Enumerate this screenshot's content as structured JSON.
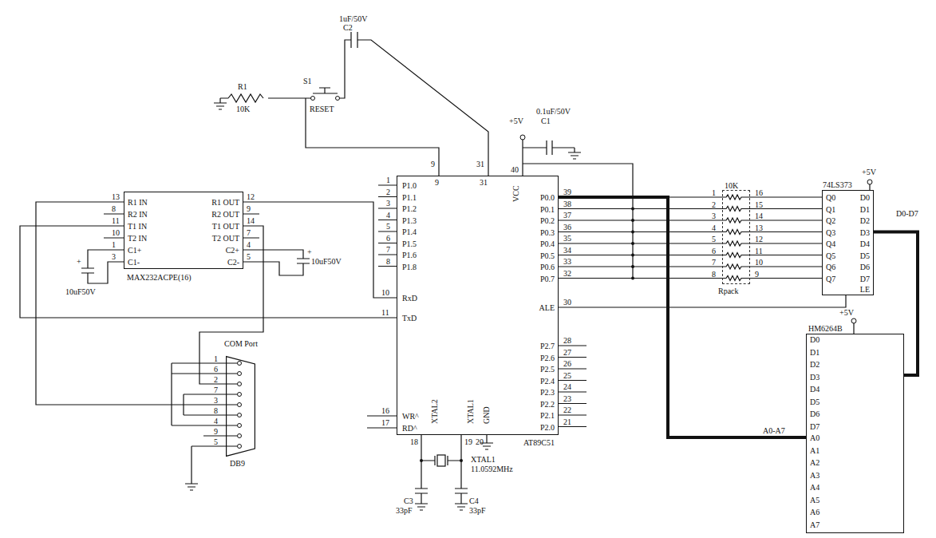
{
  "diagram": {
    "nodes": [
      {
        "text": [
          "R1 IN",
          "R2 IN",
          "T1 IN",
          "T2 IN",
          "C1+",
          "C1-",
          "R1 OUT",
          "R2 OUT",
          "T1 OUT",
          "T2 OUT",
          "C2+",
          "C2-",
          "MAX232ACPE(16)"
        ]
      },
      {
        "text": [
          "P1.0",
          "P1.1",
          "P1.2",
          "P1.3",
          "P1.4",
          "P1.5",
          "P1.6",
          "P1.8",
          "RxD",
          "TxD",
          "WR^",
          "RD^",
          "XTAL2",
          "XTAL1",
          "GND",
          "VCC",
          "P0.0",
          "P0.1",
          "P0.2",
          "P0.3",
          "P0.4",
          "P0.5",
          "P0.6",
          "P0.7",
          "ALE",
          "P2.7",
          "P2.6",
          "P2.5",
          "P2.4",
          "P2.3",
          "P2.2",
          "P2.1",
          "P2.0",
          "AT89C51"
        ]
      },
      {
        "text": [
          "COM Port",
          "DB9"
        ]
      },
      {
        "text": [
          "10K",
          "Rpack"
        ]
      },
      {
        "text": [
          "74LS373",
          "Q0",
          "Q1",
          "Q2",
          "Q3",
          "Q4",
          "Q5",
          "Q6",
          "Q7",
          "D0",
          "D1",
          "D2",
          "D3",
          "D4",
          "D5",
          "D6",
          "D7",
          "LE"
        ]
      },
      {
        "text": [
          "HM6264B",
          "D0",
          "D1",
          "D2",
          "D3",
          "D4",
          "D5",
          "D6",
          "D7",
          "A0",
          "A1",
          "A2",
          "A3",
          "A4",
          "A5",
          "A6",
          "A7"
        ]
      }
    ],
    "edges": [
      {
        "from": 0,
        "to": 1,
        "arrow": "none"
      },
      {
        "from": 1,
        "to": 0,
        "arrow": "none"
      },
      {
        "from": 2,
        "to": 0,
        "arrow": "none"
      },
      {
        "from": 0,
        "to": 2,
        "arrow": "none"
      },
      {
        "from": 1,
        "to": 3,
        "arrow": "none"
      },
      {
        "from": 3,
        "to": 4,
        "arrow": "none"
      },
      {
        "from": 1,
        "to": 4,
        "arrow": "none"
      },
      {
        "from": 1,
        "to": 5,
        "label": "A0-A7",
        "arrow": "none"
      },
      {
        "from": 4,
        "to": 5,
        "label": "D0-D7",
        "arrow": "none"
      }
    ],
    "labels": [
      "1uF/50V",
      "C2",
      "R1",
      "10K",
      "S1",
      "RESET",
      "+5V",
      "0.1uF/50V",
      "C1",
      "9",
      "31",
      "40",
      "9",
      "31",
      "1",
      "2",
      "3",
      "4",
      "5",
      "6",
      "7",
      "8",
      "10",
      "11",
      "16",
      "17",
      "39",
      "38",
      "37",
      "36",
      "35",
      "34",
      "33",
      "32",
      "30",
      "28",
      "27",
      "26",
      "25",
      "24",
      "23",
      "22",
      "21",
      "18",
      "19",
      "20",
      "C3",
      "33pF",
      "XTAL1",
      "11.0592MHz",
      "C4",
      "33pF",
      "13",
      "8",
      "11",
      "10",
      "1",
      "3",
      "12",
      "9",
      "14",
      "7",
      "4",
      "5",
      "+",
      "10uF50V",
      "+",
      "10uF50V",
      "1",
      "6",
      "2",
      "7",
      "3",
      "8",
      "4",
      "9",
      "5",
      "1",
      "2",
      "3",
      "4",
      "5",
      "6",
      "7",
      "8",
      "16",
      "15",
      "14",
      "13",
      "12",
      "11",
      "10",
      "9",
      "+5V",
      "+5V"
    ]
  }
}
